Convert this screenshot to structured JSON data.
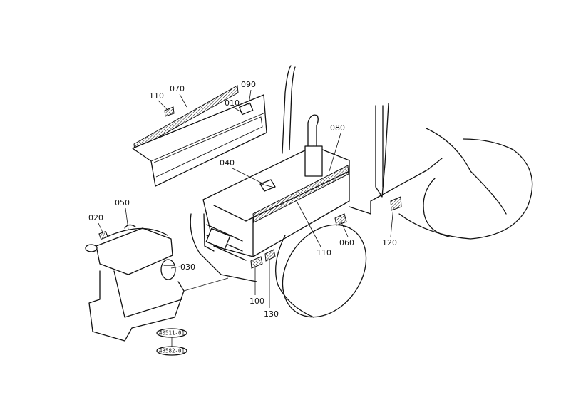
{
  "callouts": {
    "c010": "010",
    "c020": "020",
    "c030": "030",
    "c040": "040",
    "c050": "050",
    "c060": "060",
    "c070": "070",
    "c080": "080",
    "c090": "090",
    "c100": "100",
    "c110a": "110",
    "c110b": "110",
    "c120": "120",
    "c130": "130"
  },
  "reference_codes": {
    "top": "40511-01",
    "bottom": "43582-01"
  }
}
